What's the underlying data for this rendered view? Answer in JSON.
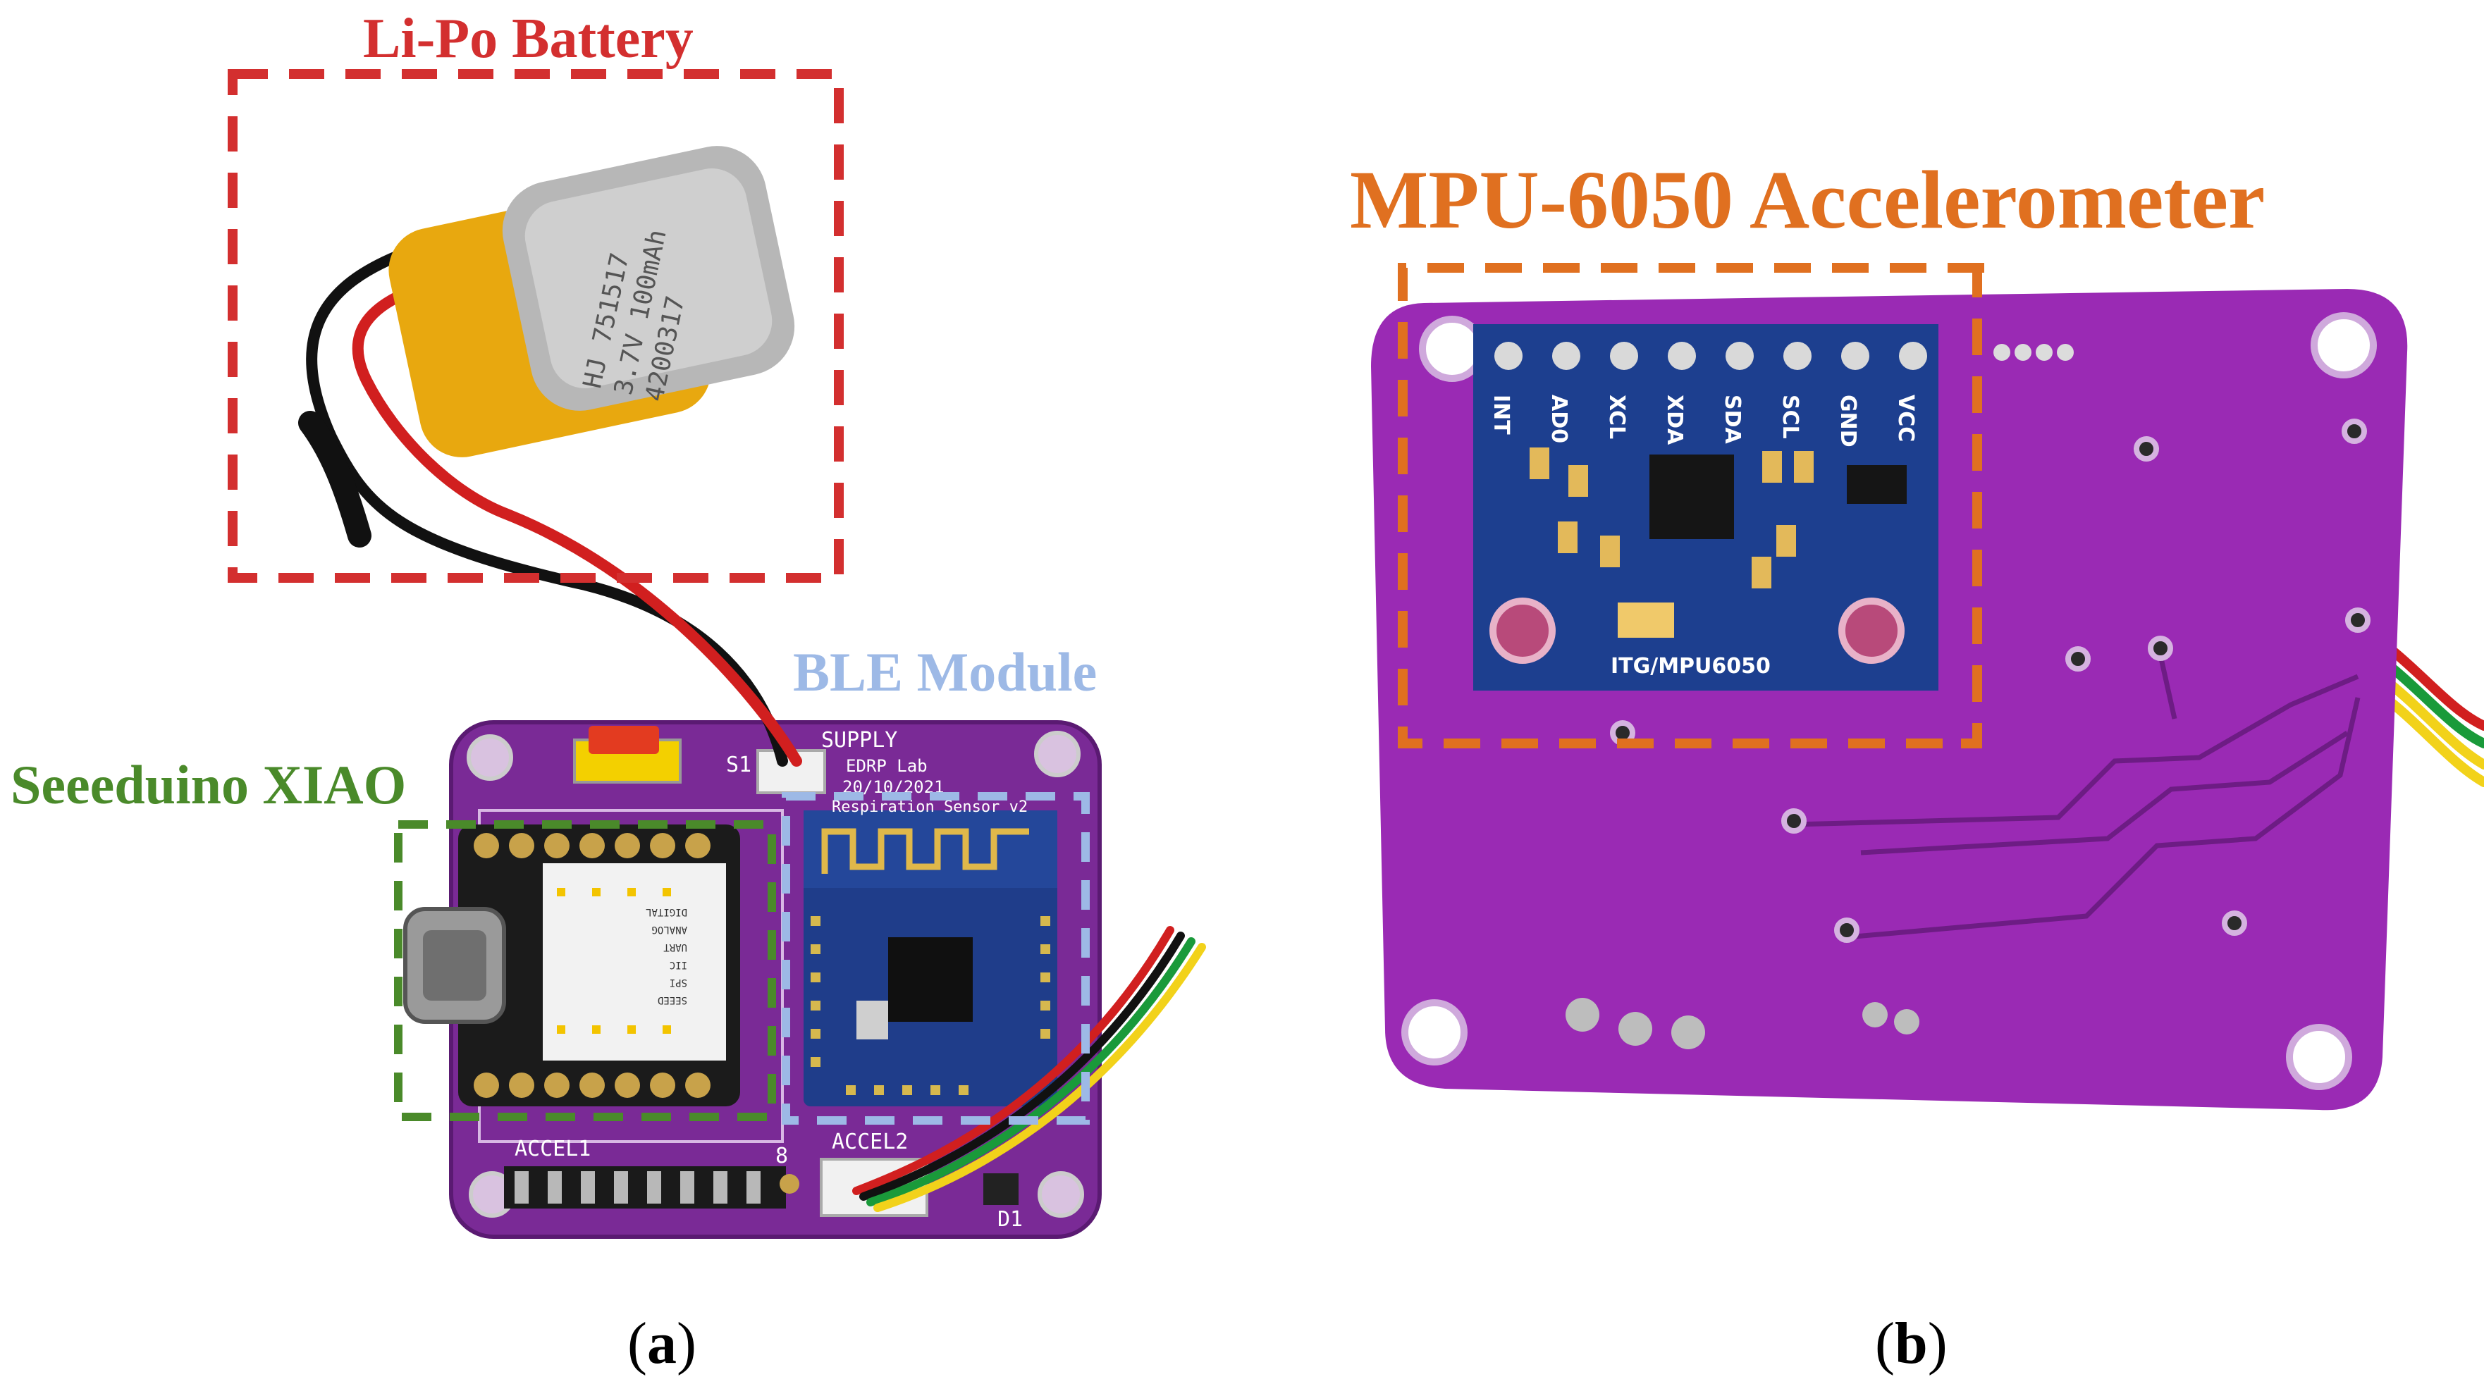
{
  "panel_a": {
    "caption_letter": "a",
    "labels": {
      "battery": "Li-Po Battery",
      "ble": "BLE Module",
      "xiao": "Seeeduino XIAO"
    },
    "battery_print": [
      "HJ 751517",
      "3.7V 100mAh",
      "4200317"
    ],
    "silkscreen": {
      "supply": "SUPPLY",
      "s1": "S1",
      "lab": "EDRP Lab",
      "date": "20/10/2021",
      "title": "Respiration Sensor v2",
      "accel1": "ACCEL1",
      "accel2": "ACCEL2",
      "d1": "D1",
      "eight": "8"
    },
    "xiao_print": [
      "DIGITAL",
      "ANALOG",
      "UART",
      "IIC",
      "SPI",
      "SEEED"
    ],
    "colors": {
      "battery": "#d32f2f",
      "ble": "#9db9e6",
      "xiao": "#4a8a2a"
    }
  },
  "panel_b": {
    "caption_letter": "b",
    "labels": {
      "accelerometer": "MPU-6050 Accelerometer"
    },
    "pin_labels": [
      "INT",
      "AD0",
      "XCL",
      "XDA",
      "SDA",
      "SCL",
      "GND",
      "VCC"
    ],
    "chip_print": "ITG/MPU6050",
    "colors": {
      "accelerometer": "#e07020"
    }
  }
}
